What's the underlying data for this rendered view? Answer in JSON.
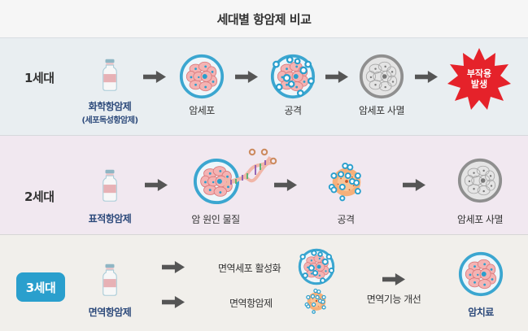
{
  "title": "세대별 항암제 비교",
  "colors": {
    "row1_bg": "#e9eef1",
    "row2_bg": "#f1e8f0",
    "row3_bg": "#f1efeb",
    "badge": "#2a9fcd",
    "drug_text": "#2d4a7b",
    "arrow": "#555555",
    "burst": "#e5222a",
    "cell_ring": "#3ba6d0",
    "cell_fill": "#f4b3b3",
    "dead_cell": "#9a9a9a"
  },
  "generations": [
    {
      "label": "1세대",
      "drug": "화학항암제",
      "drug_sub": "(세포독성항암제)",
      "steps": [
        "암세포",
        "공격",
        "암세포 사멸"
      ],
      "result": [
        "부작용",
        "발생"
      ]
    },
    {
      "label": "2세대",
      "drug": "표적항암제",
      "steps": [
        "암 원인 물질",
        "공격",
        "암세포 사멸"
      ]
    },
    {
      "label": "3세대",
      "drug": "면역항암제",
      "branches": [
        "면역세포 활성화",
        "면역항암제"
      ],
      "step": "면역기능 개선",
      "result": "암치료"
    }
  ]
}
